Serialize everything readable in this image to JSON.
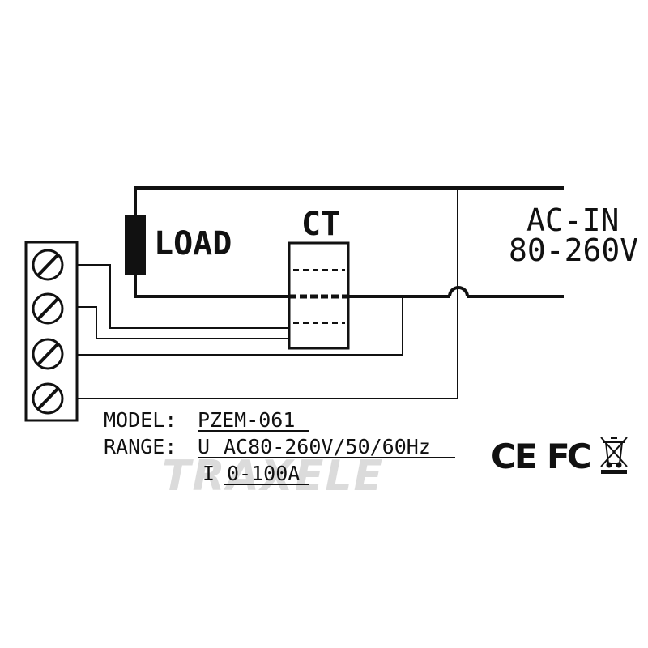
{
  "labels": {
    "load": "LOAD",
    "ct": "CT",
    "ac_in": "AC-IN",
    "ac_range": "80-260V"
  },
  "spec": {
    "model_label": "MODEL:",
    "model_value": "PZEM-061",
    "range_label": "RANGE:",
    "voltage_symbol": "U",
    "voltage_value": "AC80-260V/50/60Hz",
    "current_symbol": "I",
    "current_value": "0-100A"
  },
  "marks": {
    "ce": "CE",
    "fc": "FC",
    "watermark": "TRAXELE"
  },
  "icons": [
    "terminal-screw-icon",
    "ce-mark-icon",
    "fcc-mark-icon",
    "weee-bin-icon"
  ]
}
